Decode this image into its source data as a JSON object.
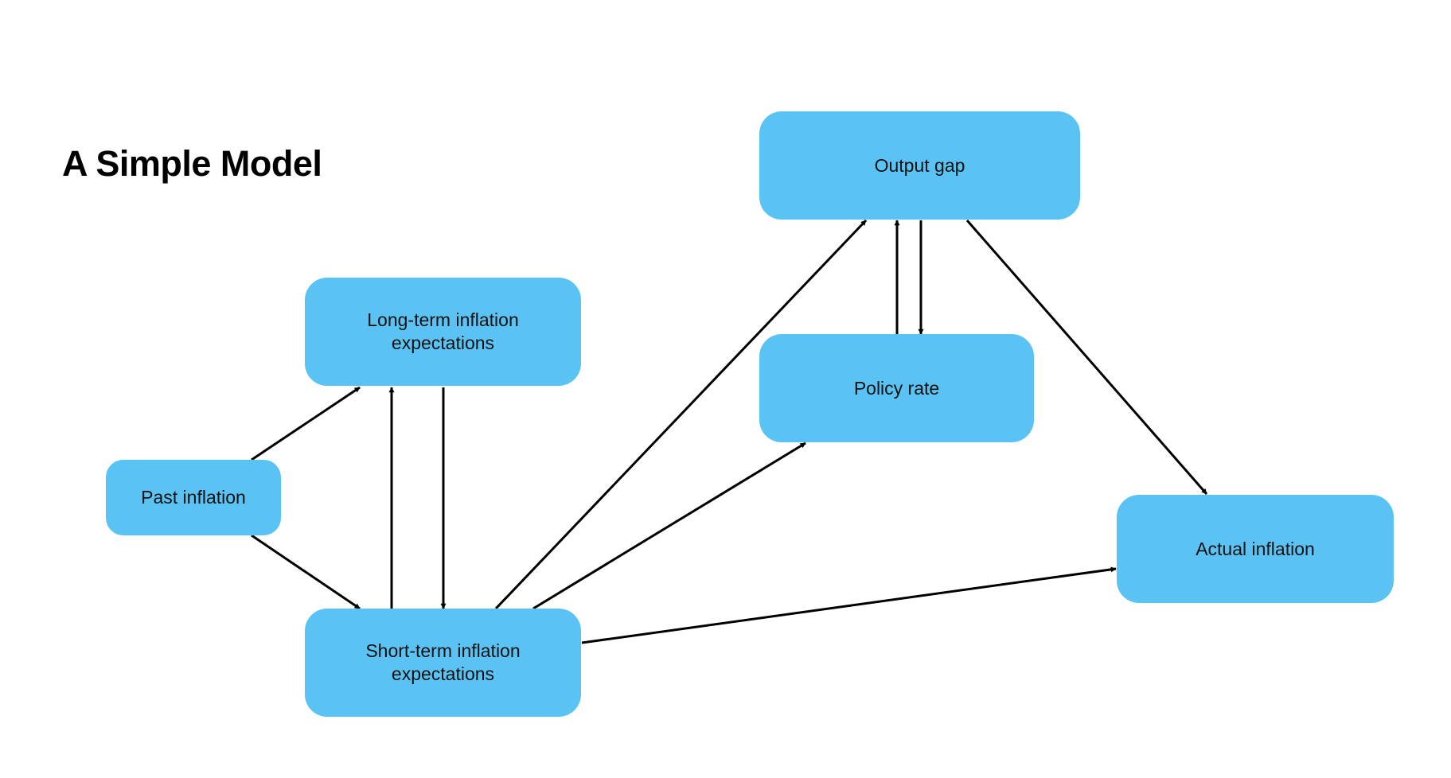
{
  "title": "A Simple Model",
  "nodes": {
    "output_gap": "Output gap",
    "long_term": "Long-term inflation expectations",
    "policy_rate": "Policy rate",
    "past_inflation": "Past inflation",
    "actual_inflation": "Actual inflation",
    "short_term": "Short-term inflation expectations"
  },
  "edges": [
    {
      "from": "past_inflation",
      "to": "long_term"
    },
    {
      "from": "past_inflation",
      "to": "short_term"
    },
    {
      "from": "short_term",
      "to": "long_term"
    },
    {
      "from": "long_term",
      "to": "short_term"
    },
    {
      "from": "short_term",
      "to": "output_gap"
    },
    {
      "from": "short_term",
      "to": "policy_rate"
    },
    {
      "from": "short_term",
      "to": "actual_inflation"
    },
    {
      "from": "policy_rate",
      "to": "output_gap"
    },
    {
      "from": "output_gap",
      "to": "policy_rate"
    },
    {
      "from": "output_gap",
      "to": "actual_inflation"
    }
  ],
  "colors": {
    "node_fill": "#5bc3f4",
    "edge": "#000000",
    "text": "#111111"
  }
}
